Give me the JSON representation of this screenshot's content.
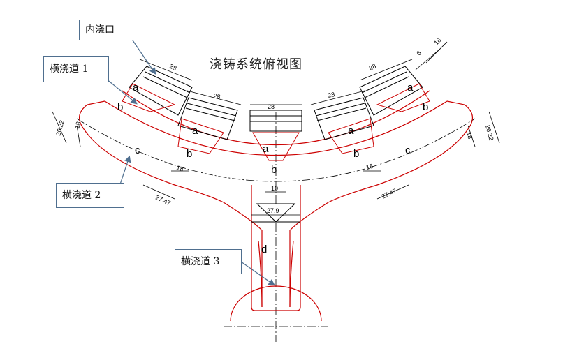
{
  "title": "浇铸系统俯视图",
  "callouts": {
    "inner_gate": "内浇口",
    "runner1": "横浇道 1",
    "runner2": "横浇道 2",
    "runner3": "横浇道 3"
  },
  "zones": {
    "a": "a",
    "b": "b",
    "c": "c",
    "d": "d"
  },
  "dimensions": {
    "gate_width": "28",
    "b_width_left": "18",
    "b_width_right": "18",
    "b_width_mid": "10",
    "outer_left": "26.22",
    "outer_right": "26.22",
    "c_left": "27.47",
    "c_right": "27.47",
    "trap": "27.9",
    "top_18": "18",
    "top_6": "6",
    "b_inner_left": "18",
    "b_inner_right": "18"
  },
  "colors": {
    "outline": "#cc0000",
    "line": "#000000",
    "arrow": "#4f6f8f"
  }
}
